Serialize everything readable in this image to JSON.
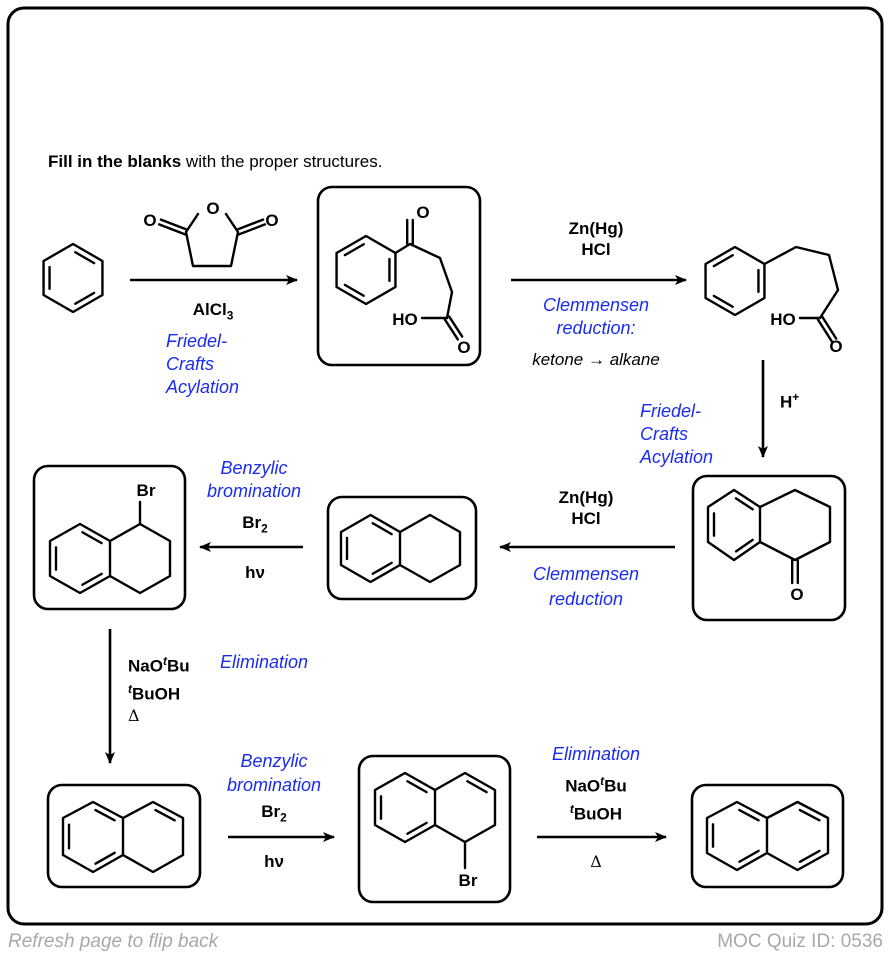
{
  "instruction": {
    "bold": "Fill in the blanks",
    "rest": " with the proper structures."
  },
  "colors": {
    "annotation_blue": "#1a2cf0",
    "footer_gray": "#a8a8a8",
    "ink": "#000000"
  },
  "steps": {
    "step1": {
      "reagent_main": "AlCl",
      "reagent_sub": "3",
      "reagent_structure": "succinic anhydride",
      "name_lines": [
        "Friedel-",
        "Crafts",
        "Acylation"
      ]
    },
    "step2": {
      "reagent_lines": [
        "Zn(Hg)",
        "HCl"
      ],
      "name_lines": [
        "Clemmensen",
        "reduction:"
      ],
      "note": "ketone → alkane"
    },
    "step3": {
      "reagent_main": "H",
      "reagent_sup": "+",
      "name_lines": [
        "Friedel-",
        "Crafts",
        "Acylation"
      ]
    },
    "step4": {
      "reagent_lines": [
        "Zn(Hg)",
        "HCl"
      ],
      "name_lines": [
        "Clemmensen",
        "reduction"
      ]
    },
    "step5": {
      "name_lines": [
        "Benzylic",
        "bromination"
      ],
      "reagent_main": "Br",
      "reagent_sub": "2",
      "condition": "hν"
    },
    "step6": {
      "reagent1_pre": "NaO",
      "reagent1_sup": "t",
      "reagent1_post": "Bu",
      "reagent2_sup": "t",
      "reagent2_post": "BuOH",
      "condition": "Δ",
      "name": "Elimination"
    },
    "step7": {
      "name_lines": [
        "Benzylic",
        "bromination"
      ],
      "reagent_main": "Br",
      "reagent_sub": "2",
      "condition": "hν"
    },
    "step8": {
      "name": "Elimination",
      "reagent1_pre": "NaO",
      "reagent1_sup": "t",
      "reagent1_post": "Bu",
      "reagent2_sup": "t",
      "reagent2_post": "BuOH",
      "condition": "Δ"
    }
  },
  "molecules": {
    "benzene": {
      "name": "benzene",
      "boxed": false
    },
    "keto_acid": {
      "name": "4-oxo-4-phenylbutanoic acid",
      "boxed": true,
      "labels": {
        "ketone_O": "O",
        "acid_OH": "HO",
        "acid_O": "O"
      }
    },
    "phenylbutanoic_acid": {
      "name": "4-phenylbutanoic acid",
      "boxed": false,
      "labels": {
        "acid_OH": "HO",
        "acid_O": "O"
      }
    },
    "tetralone": {
      "name": "1-tetralone",
      "boxed": true,
      "labels": {
        "ketone_O": "O"
      }
    },
    "tetralin": {
      "name": "tetralin",
      "boxed": true
    },
    "bromotetralin": {
      "name": "1-bromotetralin",
      "boxed": true,
      "labels": {
        "Br": "Br"
      }
    },
    "dihydronaphthalene": {
      "name": "1,2-dihydronaphthalene",
      "boxed": true
    },
    "bromodihydronaphthalene": {
      "name": "1-bromo-1,2-dihydronaphthalene",
      "boxed": true,
      "labels": {
        "Br": "Br"
      }
    },
    "naphthalene": {
      "name": "naphthalene",
      "boxed": true
    }
  },
  "anhydride_labels": {
    "left_O": "O",
    "ring_O": "O",
    "right_O": "O"
  },
  "footer": {
    "left": "Refresh page to flip back",
    "right": "MOC Quiz ID: 0536"
  }
}
